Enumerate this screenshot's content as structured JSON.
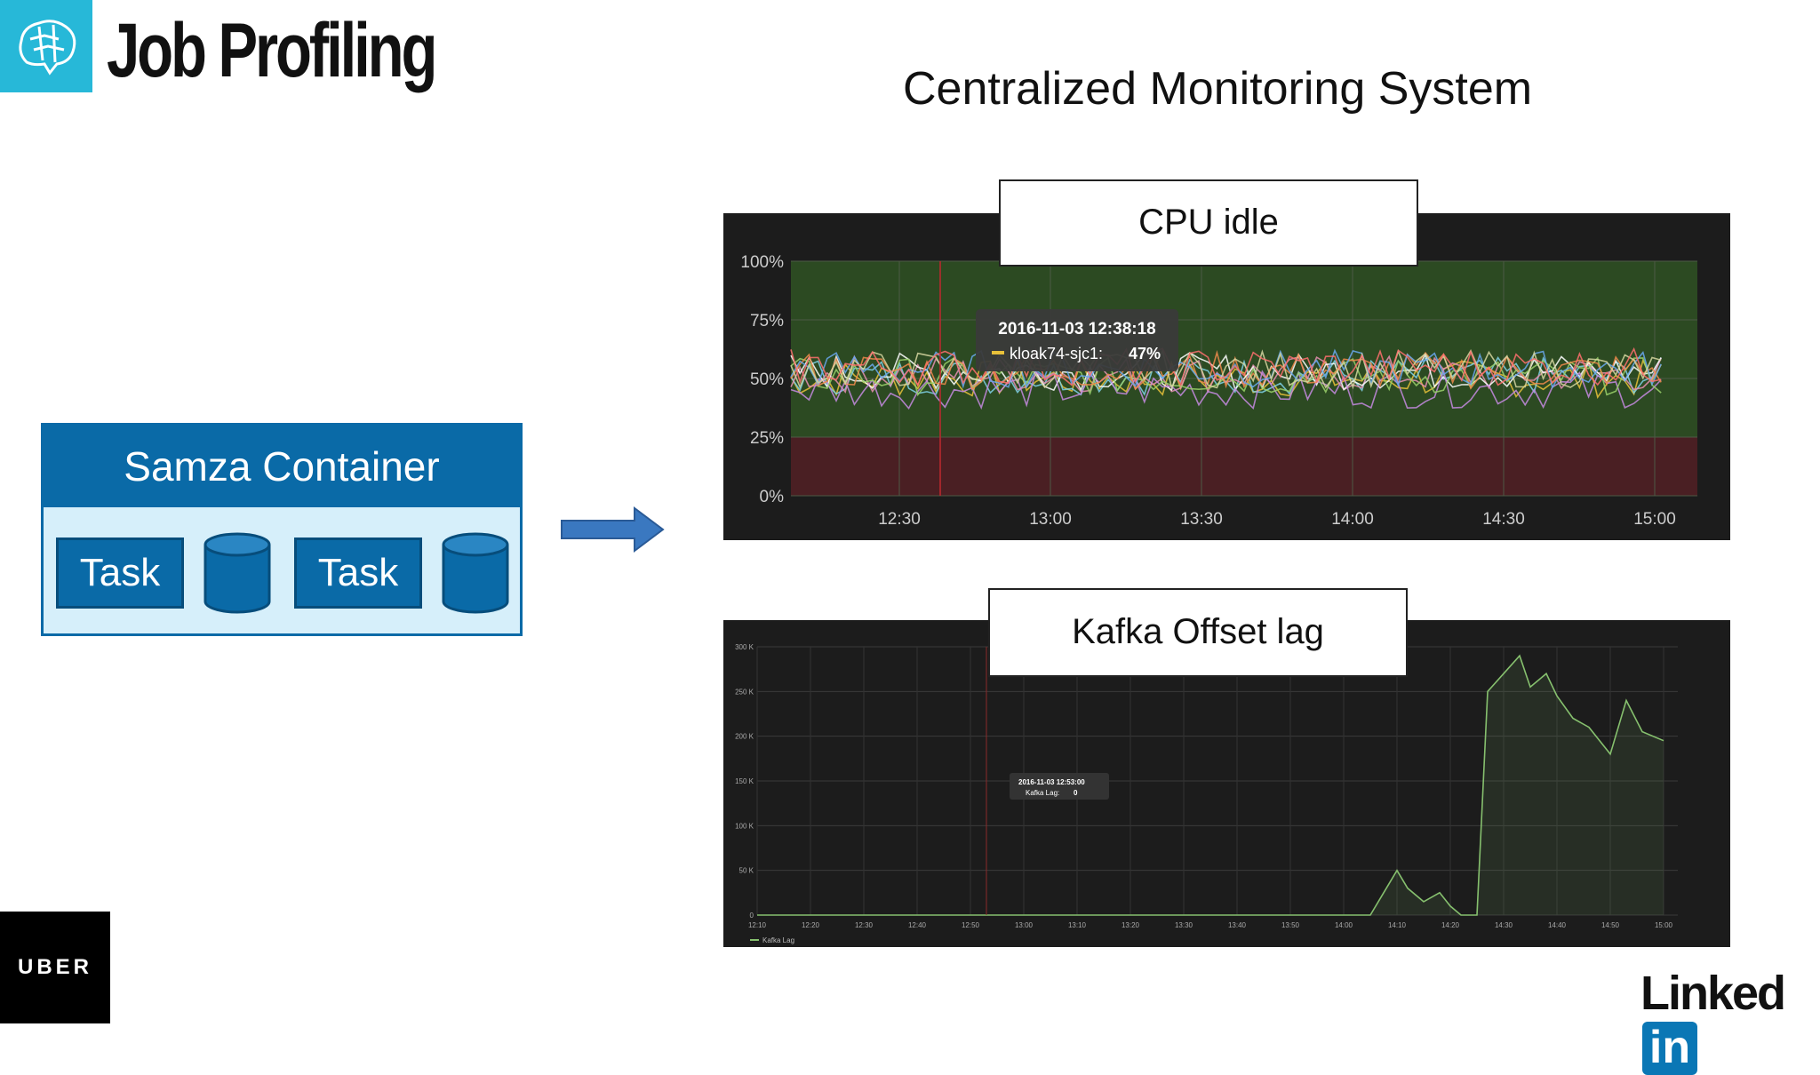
{
  "header": {
    "title": "Job Profiling",
    "subtitle": "Centralized Monitoring System"
  },
  "diagram": {
    "container_label": "Samza Container",
    "task_labels": [
      "Task",
      "Task"
    ]
  },
  "colors": {
    "accent": "#27b8d8",
    "samza_blue": "#0a6aa7",
    "samza_bg": "#d6effa"
  },
  "cpu_chart": {
    "label": "CPU idle",
    "y_ticks": [
      "100%",
      "75%",
      "50%",
      "25%",
      "0%"
    ],
    "x_ticks": [
      "12:30",
      "13:00",
      "13:30",
      "14:00",
      "14:30",
      "15:00"
    ],
    "tooltip": {
      "time": "2016-11-03 12:38:18",
      "series": "kloak74-sjc1:",
      "value": "47%"
    }
  },
  "kafka_chart": {
    "label": "Kafka Offset lag",
    "y_ticks": [
      "300 K",
      "250 K",
      "200 K",
      "150 K",
      "100 K",
      "50 K",
      "0"
    ],
    "x_ticks": [
      "12:10",
      "12:20",
      "12:30",
      "12:40",
      "12:50",
      "13:00",
      "13:10",
      "13:20",
      "13:30",
      "13:40",
      "13:50",
      "14:00",
      "14:10",
      "14:20",
      "14:30",
      "14:40",
      "14:50",
      "15:00"
    ],
    "tooltip": {
      "time": "2016-11-03 12:53:00",
      "series": "Kafka Lag:",
      "value": "0"
    },
    "legend": "Kafka Lag"
  },
  "chart_data": [
    {
      "type": "line",
      "title": "CPU idle",
      "ylabel": "",
      "ylim": [
        0,
        100
      ],
      "x_range": [
        "12:15",
        "15:00"
      ],
      "series_summary": "many hosts fluctuating between ~40% and ~60%",
      "bands": [
        {
          "from": 0,
          "to": 25,
          "color": "#4a1f23"
        },
        {
          "from": 25,
          "to": 100,
          "color": "#2c4a22"
        }
      ]
    },
    {
      "type": "area",
      "title": "Kafka Offset lag",
      "series": [
        {
          "name": "Kafka Lag",
          "x": [
            "12:10",
            "12:20",
            "12:30",
            "12:40",
            "12:50",
            "13:00",
            "13:10",
            "13:20",
            "13:30",
            "13:40",
            "13:50",
            "14:00",
            "14:05",
            "14:08",
            "14:10",
            "14:12",
            "14:15",
            "14:18",
            "14:20",
            "14:22",
            "14:25",
            "14:27",
            "14:30",
            "14:33",
            "14:35",
            "14:38",
            "14:40",
            "14:43",
            "14:46",
            "14:50",
            "14:53",
            "14:56",
            "15:00"
          ],
          "values": [
            0,
            0,
            0,
            0,
            0,
            0,
            0,
            0,
            0,
            0,
            0,
            0,
            0,
            30000,
            50000,
            30000,
            15000,
            25000,
            10000,
            0,
            0,
            250000,
            270000,
            290000,
            255000,
            270000,
            245000,
            220000,
            210000,
            180000,
            240000,
            205000,
            195000
          ]
        }
      ],
      "ylim": [
        0,
        300000
      ]
    }
  ]
}
